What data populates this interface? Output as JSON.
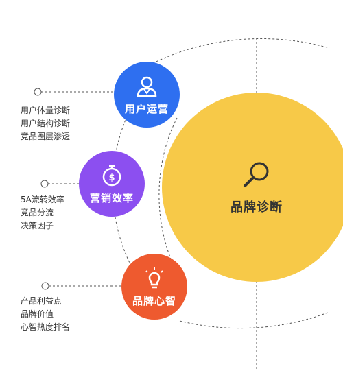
{
  "main": {
    "label": "品牌诊断",
    "color": "#f7c948",
    "icon": "magnifier-icon"
  },
  "nodes": [
    {
      "label": "用户运营",
      "color": "#2e6ff0",
      "icon": "user-icon",
      "items": [
        "用户体量诊断",
        "用户结构诊断",
        "竞品圈层渗透"
      ]
    },
    {
      "label": "营销效率",
      "color": "#8c4ff0",
      "icon": "stopwatch-dollar-icon",
      "items": [
        "5A流转效率",
        "竞品分流",
        "决策因子"
      ]
    },
    {
      "label": "品牌心智",
      "color": "#ee5a2f",
      "icon": "lightbulb-icon",
      "items": [
        "产品利益点",
        "品牌价值",
        "心智热度排名"
      ]
    }
  ]
}
